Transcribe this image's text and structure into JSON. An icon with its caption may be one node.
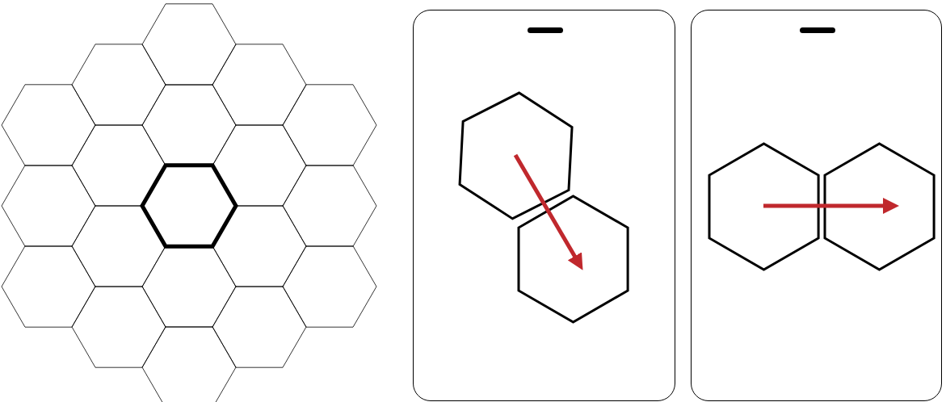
{
  "diagram": {
    "nodes": [
      {
        "text": [],
        "shape": "box"
      },
      {
        "text": [],
        "shape": "hexagon",
        "in": 0
      },
      {
        "text": [],
        "shape": "hexagon",
        "in": 0
      },
      {
        "text": [],
        "shape": "box"
      },
      {
        "text": [],
        "shape": "hexagon",
        "in": 3
      },
      {
        "text": [],
        "shape": "hexagon",
        "in": 3
      }
    ],
    "edges": [
      {
        "from": 1,
        "to": 2,
        "arrow": "to",
        "color": "#c0282d"
      },
      {
        "from": 4,
        "to": 5,
        "arrow": "to",
        "color": "#c0282d"
      }
    ]
  }
}
